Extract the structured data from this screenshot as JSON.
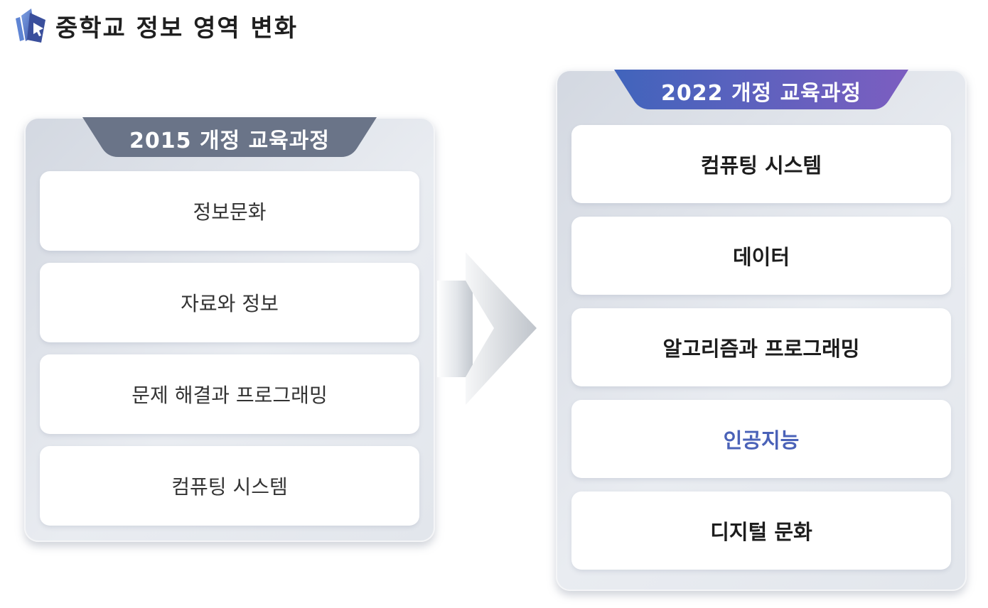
{
  "header": {
    "title": "중학교 정보 영역 변화",
    "logo_icon": "tilted-book-cursor-logo",
    "logo_colors": [
      "#3b55a8",
      "#6a8fd8"
    ]
  },
  "left_panel": {
    "title": "2015 개정 교육과정",
    "title_color": "#6a7488",
    "items": [
      "정보문화",
      "자료와 정보",
      "문제 해결과 프로그래밍",
      "컴퓨팅 시스템"
    ]
  },
  "right_panel": {
    "title": "2022 개정 교육과정",
    "title_gradient": [
      "#4164bc",
      "#7c5ec0"
    ],
    "items": [
      "컴퓨팅 시스템",
      "데이터",
      "알고리즘과 프로그래밍",
      "인공지능",
      "디지털 문화"
    ],
    "highlight_color": "#4a62b8"
  },
  "transition_arrow_icon": "chevron-right-arrow"
}
